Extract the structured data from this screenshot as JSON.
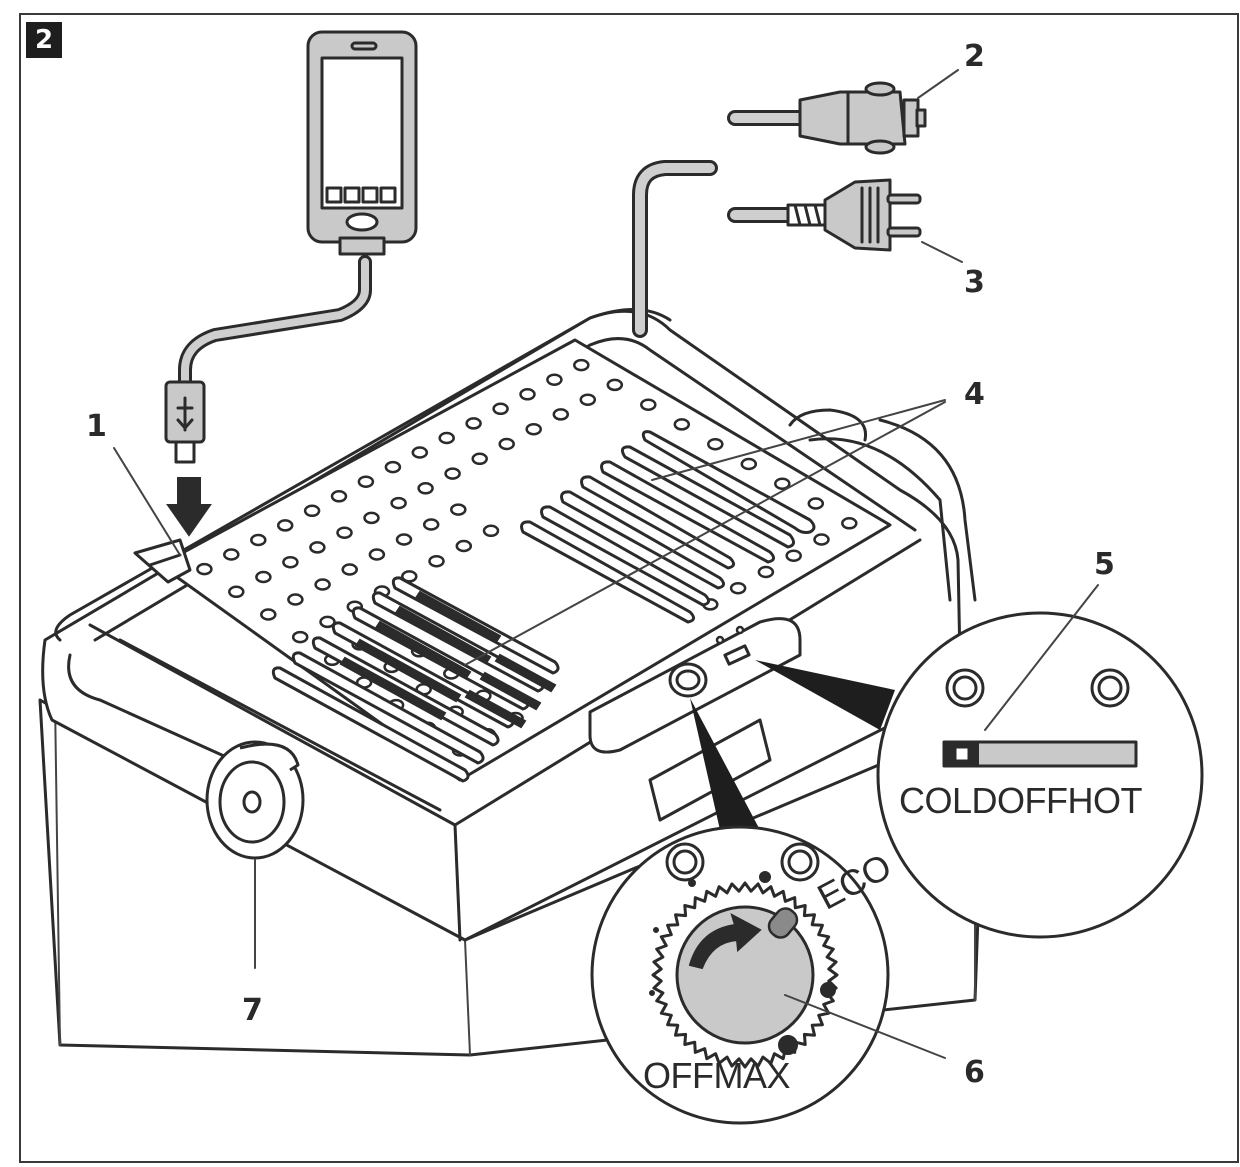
{
  "figure": {
    "badge": "2"
  },
  "callouts": [
    {
      "id": "1",
      "label": "1"
    },
    {
      "id": "2",
      "label": "2"
    },
    {
      "id": "3",
      "label": "3"
    },
    {
      "id": "4",
      "label": "4"
    },
    {
      "id": "5",
      "label": "5"
    },
    {
      "id": "6",
      "label": "6"
    },
    {
      "id": "7",
      "label": "7"
    }
  ],
  "switch_panel": {
    "cold": "COLD",
    "off": "OFF",
    "hot": "HOT"
  },
  "dial_panel": {
    "off": "OFF",
    "max": "MAX",
    "eco": "ECO"
  }
}
